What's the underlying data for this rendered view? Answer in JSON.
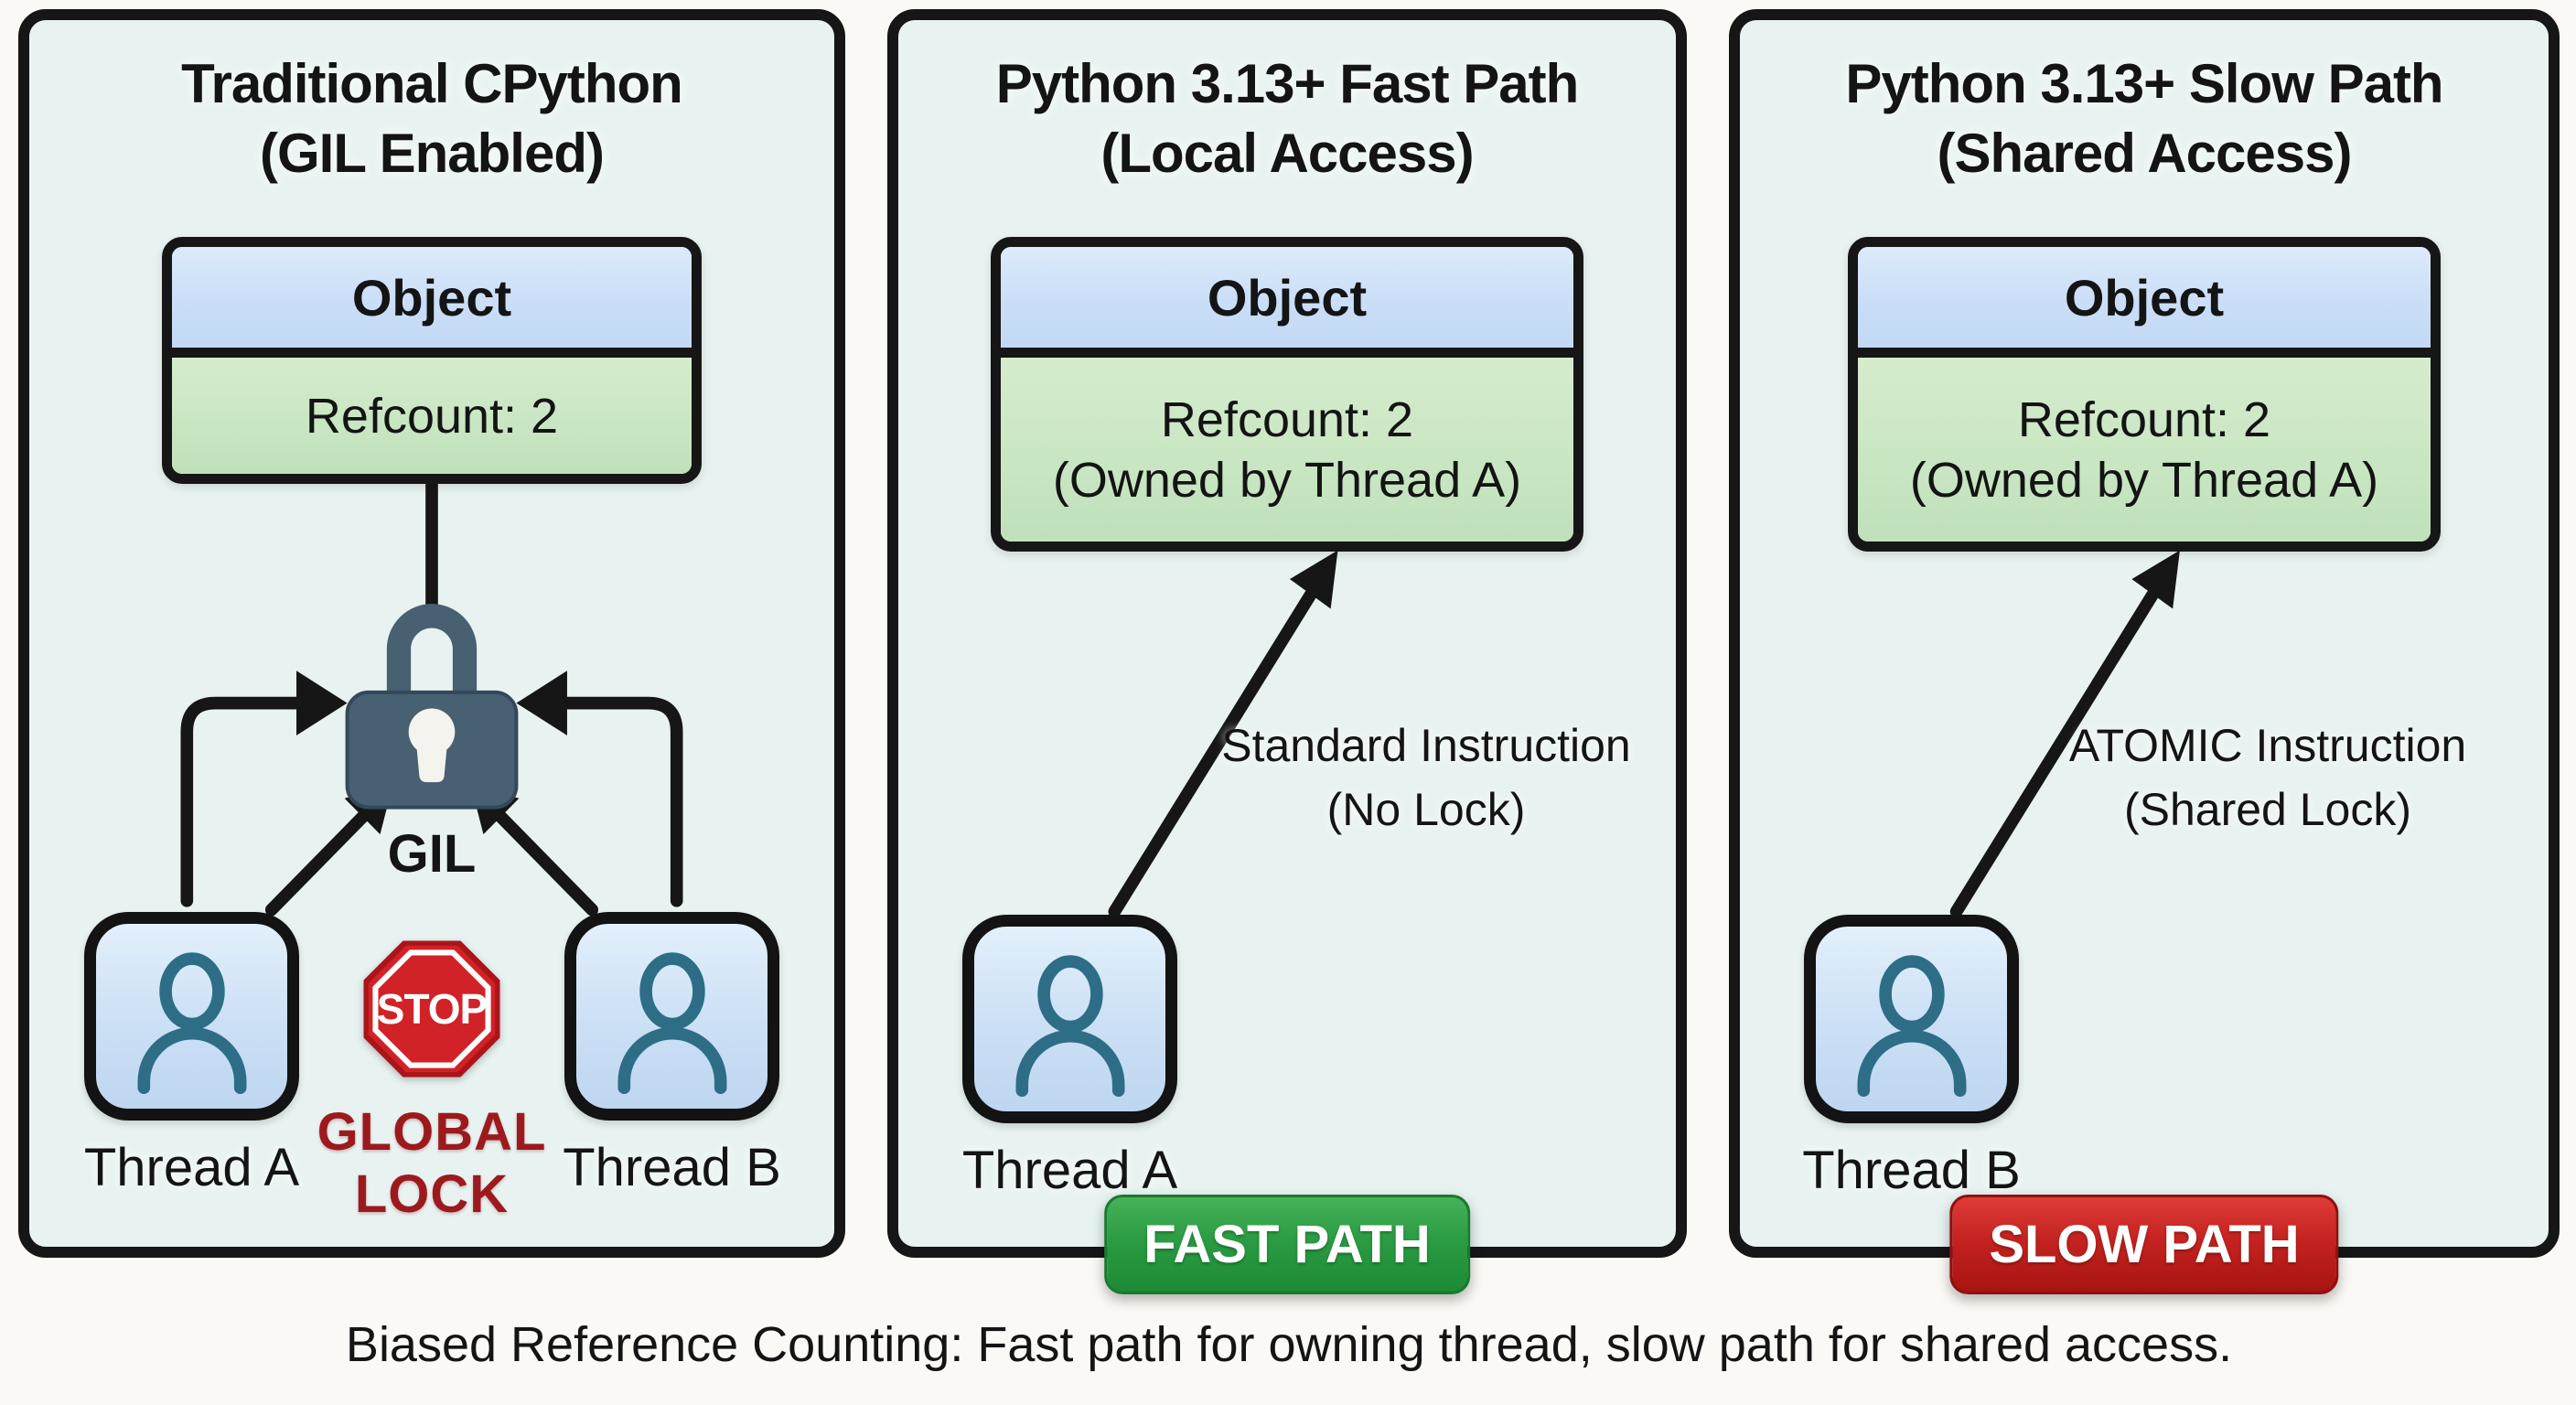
{
  "caption": "Biased Reference Counting: Fast path for owning thread, slow path for shared access.",
  "colors": {
    "panel_background": "#e8f3f1",
    "object_row_blue": "#cadef7",
    "refcount_row_green": "#c8e6c2",
    "thread_box_blue": "#cfe2f6",
    "person_icon_teal": "#2d6e86",
    "padlock_slate": "#476072",
    "stop_sign_red": "#cf2127",
    "global_lock_text_red": "#9c1a1d",
    "fast_path_green": "#2b9c43",
    "slow_path_red": "#c42320",
    "border_black": "#161616"
  },
  "panel_gil": {
    "title_line1": "Traditional CPython",
    "title_line2": "(GIL Enabled)",
    "object_label": "Object",
    "refcount_line1": "Refcount: 2",
    "lock_label": "GIL",
    "stop_sign_text": "STOP",
    "stop_caption_line1": "GLOBAL",
    "stop_caption_line2": "LOCK",
    "thread_a_label": "Thread A",
    "thread_b_label": "Thread B"
  },
  "panel_fast": {
    "title_line1": "Python 3.13+ Fast Path",
    "title_line2": "(Local Access)",
    "object_label": "Object",
    "refcount_line1": "Refcount: 2",
    "refcount_line2": "(Owned by Thread A)",
    "arrow_label_line1": "Standard Instruction",
    "arrow_label_line2": "(No Lock)",
    "thread_label": "Thread A",
    "badge_label": "FAST PATH"
  },
  "panel_slow": {
    "title_line1": "Python 3.13+ Slow Path",
    "title_line2": "(Shared Access)",
    "object_label": "Object",
    "refcount_line1": "Refcount: 2",
    "refcount_line2": "(Owned by Thread A)",
    "arrow_label_line1": "ATOMIC Instruction",
    "arrow_label_line2": "(Shared Lock)",
    "thread_label": "Thread B",
    "badge_label": "SLOW PATH"
  }
}
